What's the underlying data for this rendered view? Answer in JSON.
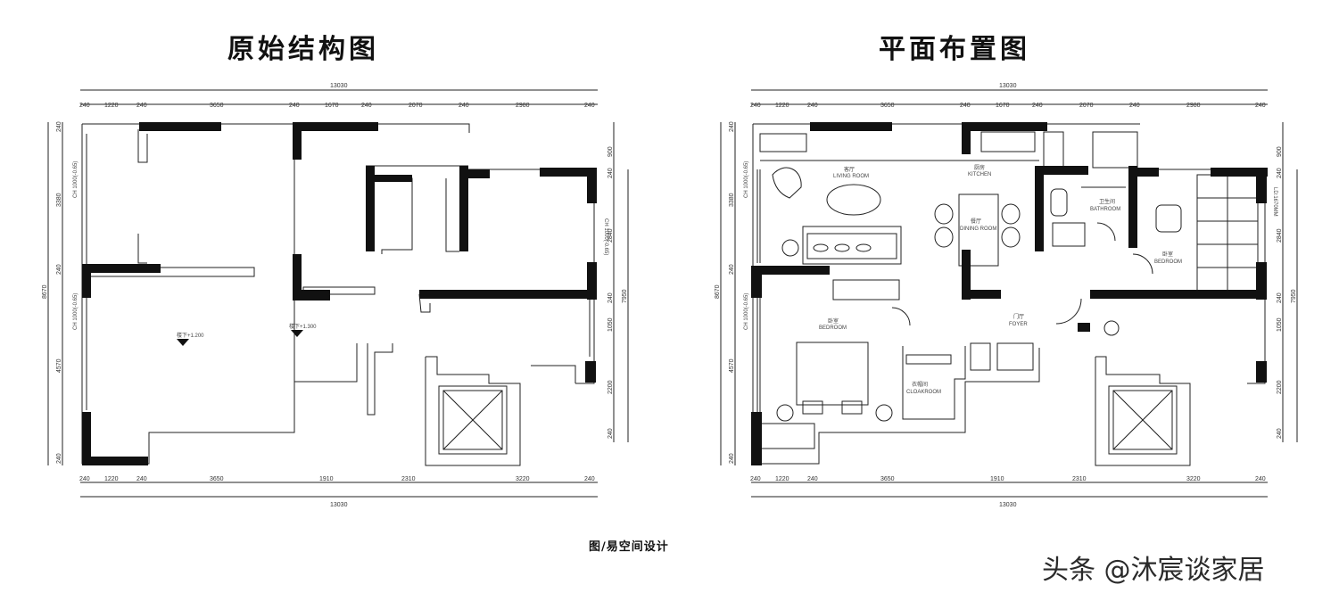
{
  "titles": {
    "left": "原始结构图",
    "right": "平面布置图"
  },
  "credit": "图/易空间设计",
  "watermark": "头条 @沐宸谈家居",
  "dimensions": {
    "total_width": "13030",
    "total_height": "8670",
    "right_height": "7950",
    "top_segments": [
      "240",
      "1220",
      "240",
      "3650",
      "240",
      "1670",
      "240",
      "2070",
      "240",
      "2980",
      "240"
    ],
    "bottom_segments": [
      "240",
      "1220",
      "240",
      "3650",
      "1910",
      "2310",
      "3220",
      "240"
    ],
    "left_segments": [
      "240",
      "3380",
      "240",
      "4570",
      "240"
    ],
    "right_segments": [
      "900",
      "240",
      "2840",
      "240",
      "1050",
      "2200",
      "240"
    ]
  },
  "window_notes": {
    "ch": "CH 1000(-0.65)",
    "ld": "LD:1670MM"
  },
  "level_marks": [
    "楼下+1.200",
    "楼下+1.300"
  ],
  "rooms": [
    {
      "cn": "客厅",
      "en": "LIVING ROOM"
    },
    {
      "cn": "厨房",
      "en": "KITCHEN"
    },
    {
      "cn": "餐厅",
      "en": "DINING ROOM"
    },
    {
      "cn": "卫生间",
      "en": "BATHROOM"
    },
    {
      "cn": "卧室",
      "en": "BEDROOM"
    },
    {
      "cn": "卧室",
      "en": "BEDROOM"
    },
    {
      "cn": "门厅",
      "en": "FOYER"
    },
    {
      "cn": "衣帽间",
      "en": "CLOAKROOM"
    }
  ]
}
